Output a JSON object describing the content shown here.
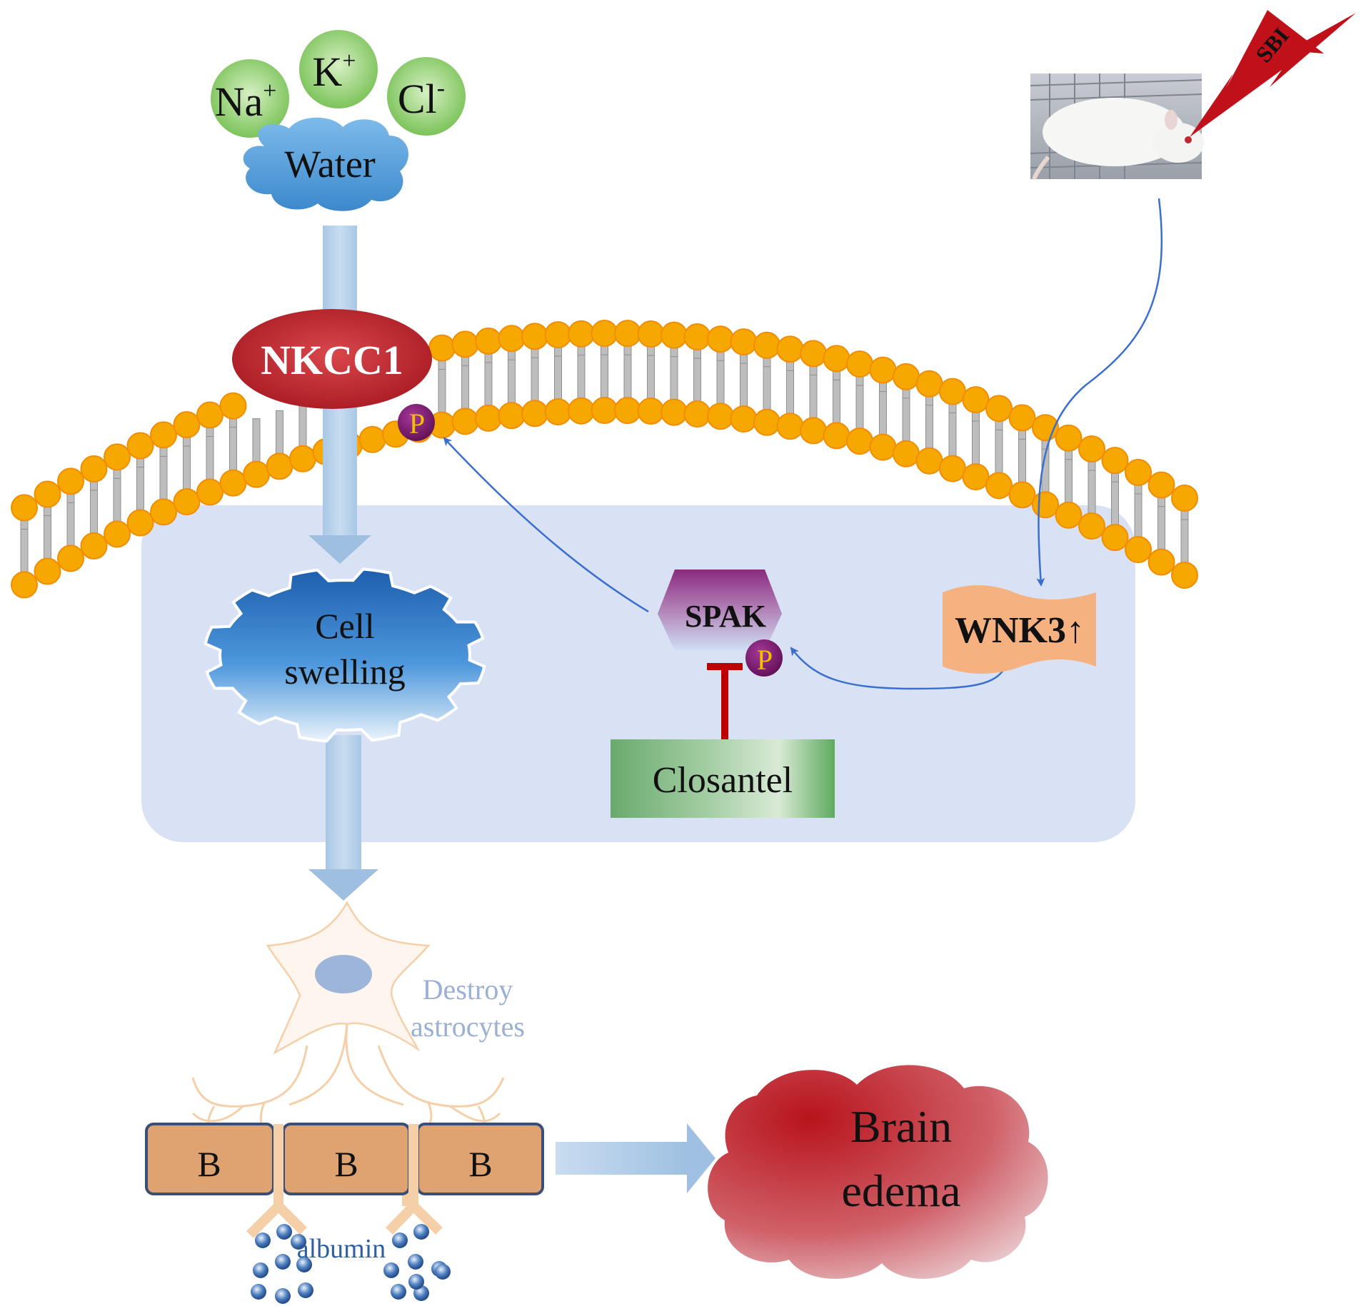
{
  "ions": {
    "na": {
      "base": "Na",
      "sup": "+"
    },
    "k": {
      "base": "K",
      "sup": "+"
    },
    "cl": {
      "base": "Cl",
      "sup": "-"
    }
  },
  "water_label": "Water",
  "nkcc1_label": "NKCC1",
  "phospho_label": "P",
  "injury_label": "SBI",
  "cell_swelling": {
    "line1": "Cell",
    "line2": "swelling"
  },
  "spak_label": "SPAK",
  "wnk3_label": "WNK3↑",
  "closantel_label": "Closantel",
  "astrocyte": {
    "line1": "Destroy",
    "line2": "astrocytes"
  },
  "bbb_block_label": "B",
  "albumin_label": "albumin",
  "brain_edema": {
    "line1": "Brain",
    "line2": "edema"
  },
  "colors": {
    "ion_green": "#8ccf6a",
    "water_blue": "#4d9ad6",
    "nkcc1_red": "#c0282e",
    "phospho_purple": "#7b1f6e",
    "phospho_text": "#f2c200",
    "lipid_orange": "#f7a800",
    "cytoplasm": "#d9e2f4",
    "arrow_blue": "#3a6fd0",
    "inhibit_red": "#c00000",
    "wnk3_orange": "#f6b180",
    "closantel_green": "#6aaa6e",
    "bbb_brown": "#dfa371",
    "edema_red": "#c0282e",
    "albumin_blue": "#2f5f9f",
    "astro_text": "#9ab0d4"
  }
}
